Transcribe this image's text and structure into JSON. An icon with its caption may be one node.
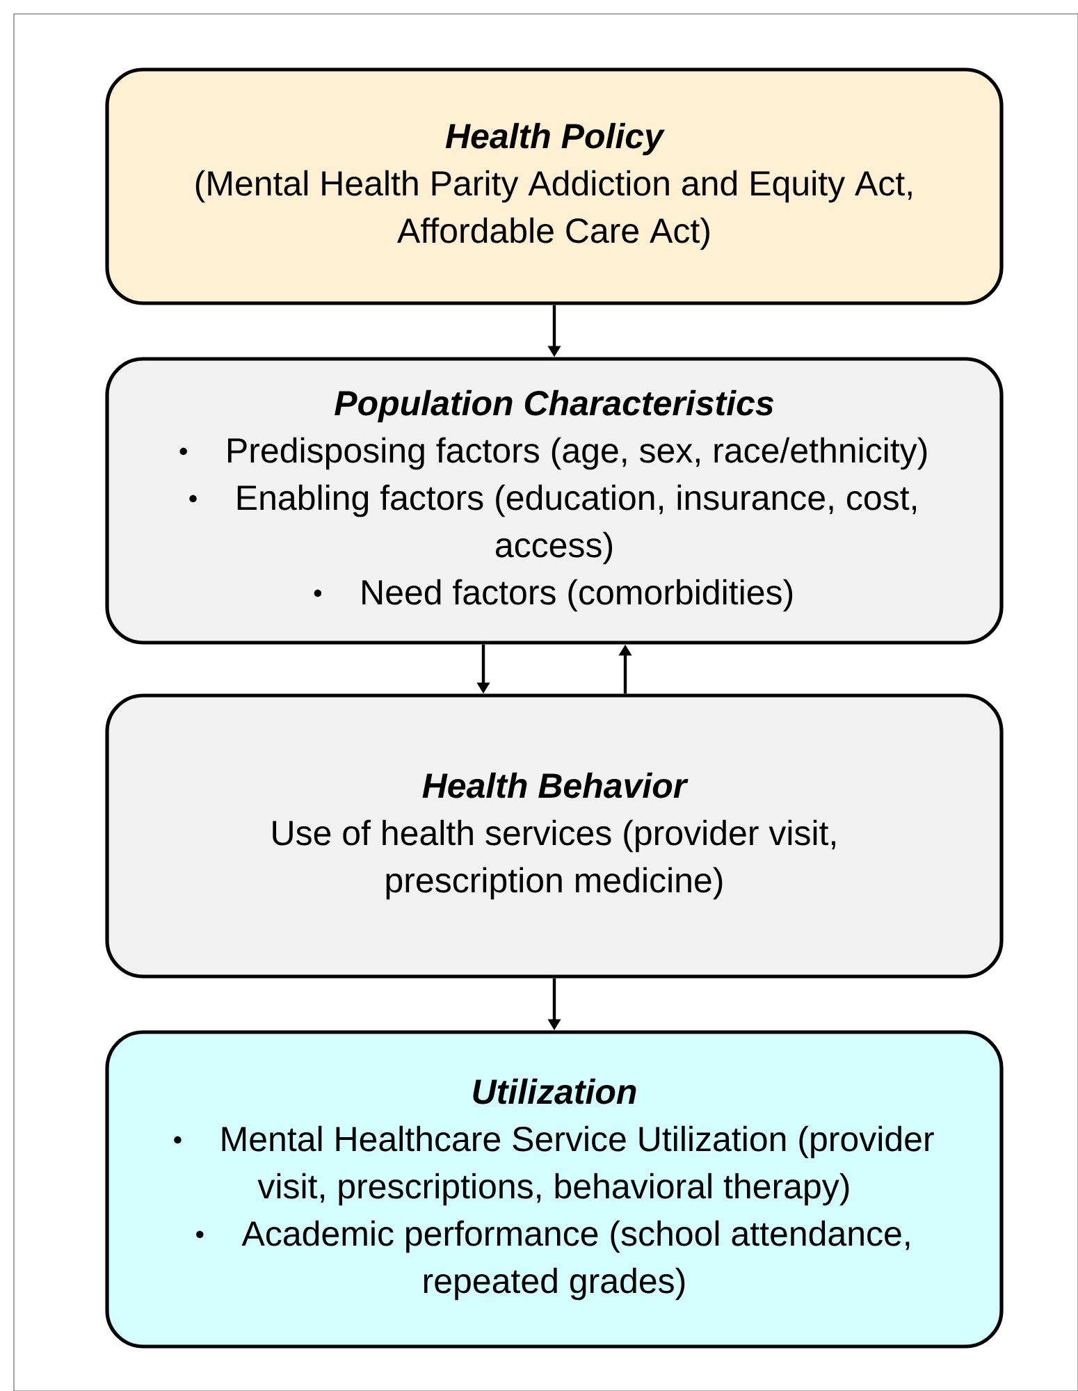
{
  "diagram": {
    "nodes": [
      {
        "text": [
          "Health Policy",
          "(Mental Health Parity Addiction and Equity Act, Affordable Care Act)"
        ]
      },
      {
        "text": [
          "Population Characteristics",
          "Predisposing factors (age, sex, race/ethnicity)",
          "Enabling factors (education, insurance, cost, access)",
          "Need factors (comorbidities)"
        ]
      },
      {
        "text": [
          "Health Behavior",
          "Use of health services (provider visit, prescription medicine)"
        ]
      },
      {
        "text": [
          "Utilization",
          "Mental Healthcare Service Utilization (provider visit, prescriptions, behavioral therapy)",
          "Academic performance (school attendance, repeated grades)"
        ]
      }
    ],
    "edges": [
      {
        "from": 0,
        "to": 1,
        "arrow": "to"
      },
      {
        "from": 1,
        "to": 2,
        "arrow": "to"
      },
      {
        "from": 2,
        "to": 1,
        "arrow": "to"
      },
      {
        "from": 2,
        "to": 3,
        "arrow": "to"
      }
    ]
  }
}
